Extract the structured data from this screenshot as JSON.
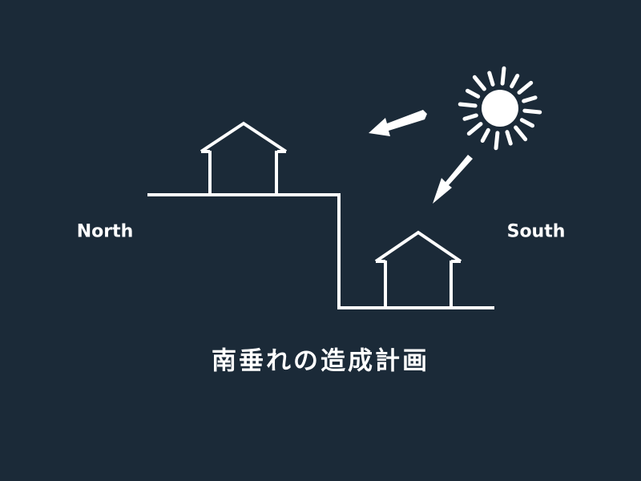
{
  "labels": {
    "north": "North",
    "south": "South"
  },
  "title": "南垂れの造成計画",
  "colors": {
    "background": "#1b2a38",
    "foreground": "#ffffff"
  },
  "icons": [
    "house-icon",
    "house-icon",
    "sun-icon",
    "arrow-icon",
    "arrow-icon"
  ]
}
